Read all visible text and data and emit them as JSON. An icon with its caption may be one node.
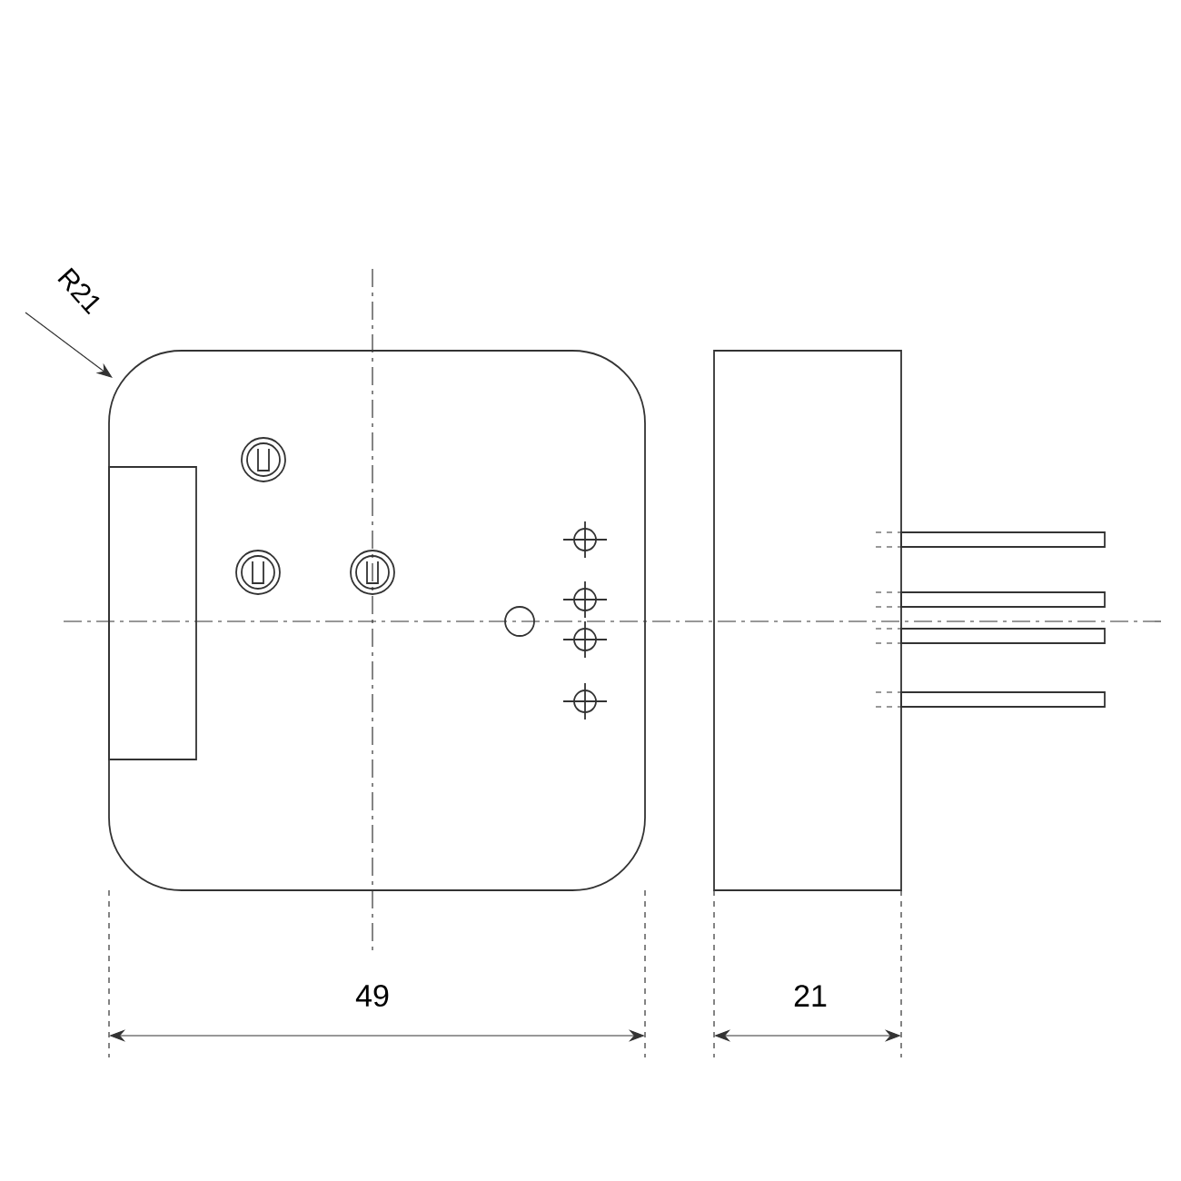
{
  "diagram": {
    "labels": [
      "R21",
      "49",
      "21"
    ]
  }
}
